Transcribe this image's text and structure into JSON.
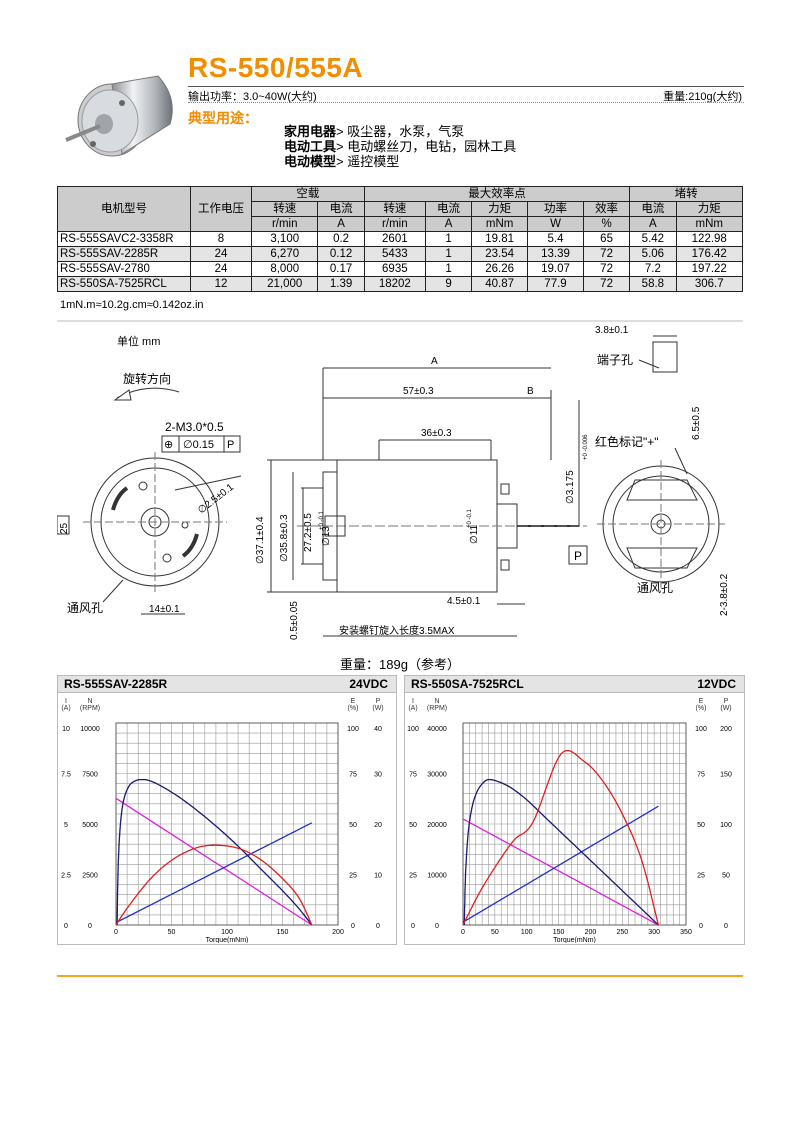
{
  "header": {
    "title": "RS-550/555A",
    "power_label": "输出功率：3.0~40W(大约)",
    "weight_label": "重量:210g(大约)",
    "usage_heading": "典型用途：",
    "usage_items": [
      {
        "cat": "家用电器",
        "desc": "吸尘器，水泵，气泵"
      },
      {
        "cat": "电动工具",
        "desc": "电动螺丝刀，电钻，园林工具"
      },
      {
        "cat": "电动模型",
        "desc": "遥控模型"
      }
    ]
  },
  "table": {
    "h_model": "电机型号",
    "h_voltage": "工作电压",
    "g_noload": "空载",
    "g_maxeff": "最大效率点",
    "g_stall": "堵转",
    "sub": [
      "转速",
      "电流",
      "转速",
      "电流",
      "力矩",
      "功率",
      "效率",
      "电流",
      "力矩"
    ],
    "units": [
      "r/min",
      "A",
      "r/min",
      "A",
      "mNm",
      "W",
      "%",
      "A",
      "mNm"
    ],
    "rows": [
      [
        "RS-555SAVC2-3358R",
        "8",
        "3,100",
        "0.2",
        "2601",
        "1",
        "19.81",
        "5.4",
        "65",
        "5.42",
        "122.98"
      ],
      [
        "RS-555SAV-2285R",
        "24",
        "6,270",
        "0.12",
        "5433",
        "1",
        "23.54",
        "13.39",
        "72",
        "5.06",
        "176.42"
      ],
      [
        "RS-555SAV-2780",
        "24",
        "8,000",
        "0.17",
        "6935",
        "1",
        "26.26",
        "19.07",
        "72",
        "7.2",
        "197.22"
      ],
      [
        "RS-550SA-7525RCL",
        "12",
        "21,000",
        "1.39",
        "18202",
        "9",
        "40.87",
        "77.9",
        "72",
        "58.8",
        "306.7"
      ]
    ]
  },
  "conversion": "1mN.m≈10.2g.cm≈0.142oz.in",
  "drawing": {
    "unit": "单位 mm",
    "rotation": "旋转方向",
    "thread": "2-M3.0*0.5",
    "tol_phi": "∅0.15",
    "tol_p": "P",
    "d25": "∅2.5±0.1",
    "d25_side": "25",
    "vent_left": "通风孔",
    "w14": "14±0.1",
    "dA": "A",
    "dB": "B",
    "d57": "57±0.3",
    "d36": "36±0.3",
    "d371": "∅37.1±0.4",
    "d358": "∅35.8±0.3",
    "d272": "27.2±0.5",
    "d13": "∅13",
    "d13tol": "+0 -0.1",
    "d11": "∅11",
    "d11tol": "+0 -0.1",
    "shaft": "∅3.175",
    "shaft_tol": "+0 -0.006",
    "p_box": "P",
    "d45": "4.5±0.1",
    "d05": "0.5±0.05",
    "screw": "安装螺钉旋入长度3.5MAX",
    "d38": "3.8±0.1",
    "terminal": "端子孔",
    "d65": "6.5±0.5",
    "red_mark": "红色标记\"+\"",
    "vent_right": "通风孔",
    "d238": "2-3.8±0.2"
  },
  "weight_ref": "重量：189g（参考）",
  "chart_data": [
    {
      "type": "line",
      "model": "RS-555SAV-2285R",
      "voltage": "24VDC",
      "xlabel": "Torque(mNm)",
      "xlim": [
        0,
        200
      ],
      "xticks": [
        0,
        50,
        100,
        150,
        200
      ],
      "axis_headers": {
        "i": [
          "I",
          "(A)"
        ],
        "n": [
          "N",
          "(RPM)"
        ],
        "e": [
          "E",
          "(%)"
        ],
        "p": [
          "P",
          "(W)"
        ]
      },
      "left_I": {
        "lim": [
          0,
          10
        ],
        "ticks": [
          "0",
          "2.5",
          "5",
          "7.5",
          "10"
        ]
      },
      "left_N": {
        "lim": [
          0,
          10000
        ],
        "ticks": [
          "0",
          "2500",
          "5000",
          "7500",
          "10000"
        ]
      },
      "right_E": {
        "lim": [
          0,
          100
        ],
        "ticks": [
          "0",
          "25",
          "50",
          "75",
          "100"
        ]
      },
      "right_P": {
        "lim": [
          0,
          40
        ],
        "ticks": [
          "0",
          "10",
          "20",
          "30",
          "40"
        ]
      },
      "series": [
        {
          "kind": "speed",
          "color": "#e020e0",
          "axis": "N",
          "x": [
            0,
            176.42
          ],
          "y": [
            6270,
            0
          ]
        },
        {
          "kind": "current",
          "color": "#2030d0",
          "axis": "I",
          "x": [
            0,
            176.42
          ],
          "y": [
            0.12,
            5.06
          ]
        },
        {
          "kind": "efficiency",
          "color": "#1a1a6e",
          "axis": "E",
          "x": [
            1,
            2,
            4,
            7,
            12,
            18,
            23.54,
            30,
            40,
            55,
            70,
            90,
            110,
            130,
            150,
            165,
            176.42
          ],
          "y": [
            0,
            30,
            50,
            62,
            69,
            71.5,
            72,
            71.5,
            69,
            64,
            58,
            49,
            39,
            28,
            17,
            8,
            0
          ]
        },
        {
          "kind": "power",
          "color": "#e02020",
          "axis": "P",
          "x": [
            0,
            10,
            30,
            50,
            70,
            88.2,
            110,
            130,
            150,
            165,
            176.42
          ],
          "y": [
            0,
            3.3,
            8.9,
            12.8,
            15.1,
            15.8,
            15.2,
            13.0,
            9.2,
            5.3,
            0
          ]
        }
      ]
    },
    {
      "type": "line",
      "model": "RS-550SA-7525RCL",
      "voltage": "12VDC",
      "xlabel": "Torque(mNm)",
      "xlim": [
        0,
        350
      ],
      "xticks": [
        0,
        50,
        100,
        150,
        200,
        250,
        300,
        350
      ],
      "axis_headers": {
        "i": [
          "I",
          "(A)"
        ],
        "n": [
          "N",
          "(RPM)"
        ],
        "e": [
          "E",
          "(%)"
        ],
        "p": [
          "P",
          "(W)"
        ]
      },
      "left_I": {
        "lim": [
          0,
          100
        ],
        "ticks": [
          "0",
          "25",
          "50",
          "75",
          "100"
        ]
      },
      "left_N": {
        "lim": [
          0,
          40000
        ],
        "ticks": [
          "0",
          "10000",
          "20000",
          "30000",
          "40000"
        ]
      },
      "right_E": {
        "lim": [
          0,
          100
        ],
        "ticks": [
          "0",
          "25",
          "50",
          "75",
          "100"
        ]
      },
      "right_P": {
        "lim": [
          0,
          200
        ],
        "ticks": [
          "0",
          "50",
          "100",
          "150",
          "200"
        ]
      },
      "series": [
        {
          "kind": "speed",
          "color": "#e020e0",
          "axis": "N",
          "x": [
            0,
            306.7
          ],
          "y": [
            21000,
            0
          ]
        },
        {
          "kind": "current",
          "color": "#2030d0",
          "axis": "I",
          "x": [
            0,
            306.7
          ],
          "y": [
            1.39,
            58.8
          ]
        },
        {
          "kind": "efficiency",
          "color": "#1a1a6e",
          "axis": "E",
          "x": [
            2,
            4,
            8,
            14,
            22,
            32,
            40.87,
            55,
            75,
            100,
            130,
            160,
            190,
            220,
            250,
            280,
            306.7
          ],
          "y": [
            0,
            25,
            45,
            58,
            66,
            70.5,
            72,
            71,
            68,
            62,
            53,
            44,
            35,
            26,
            17,
            8,
            0
          ]
        },
        {
          "kind": "power",
          "color": "#e02020",
          "axis": "P",
          "x": [
            0,
            25,
            50,
            80,
            110,
            153.35,
            190,
            220,
            250,
            280,
            306.7
          ],
          "y": [
            0,
            31,
            57,
            84,
            102,
            169,
            162,
            142,
            110,
            65,
            0
          ]
        }
      ]
    }
  ]
}
